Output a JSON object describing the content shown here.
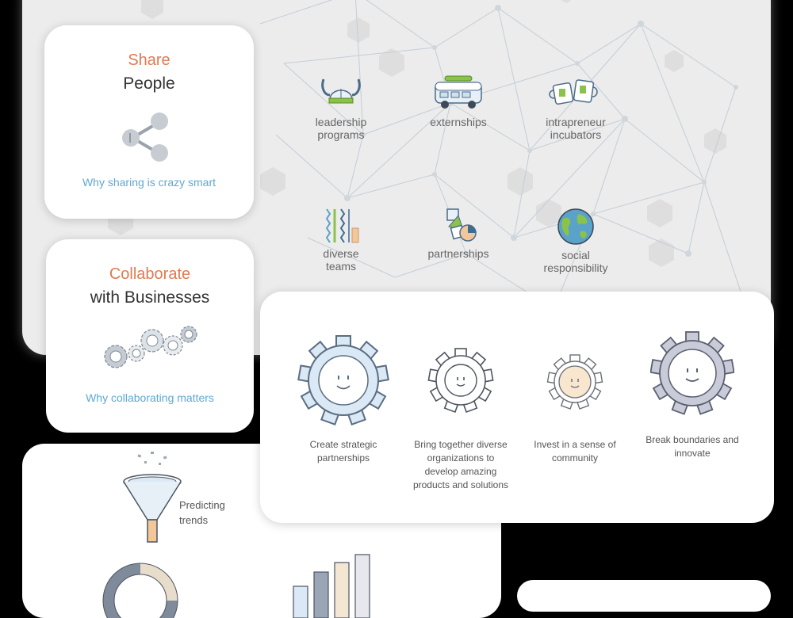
{
  "share": {
    "keyword": "Share",
    "subject": "People",
    "link": "Why sharing is crazy smart",
    "icon": "share-icon"
  },
  "collaborate": {
    "keyword": "Collaborate",
    "subject": "with Businesses",
    "link": "Why collaborating matters",
    "icon": "gears-icon"
  },
  "programs": [
    {
      "label1": "leadership",
      "label2": "programs",
      "icon": "viking-helmet-icon"
    },
    {
      "label1": "externships",
      "label2": "",
      "icon": "van-icon"
    },
    {
      "label1": "intrapreneur",
      "label2": "incubators",
      "icon": "mugs-icon"
    },
    {
      "label1": "diverse",
      "label2": "teams",
      "icon": "stripes-icon"
    },
    {
      "label1": "partnerships",
      "label2": "",
      "icon": "shapes-icon"
    },
    {
      "label1": "social",
      "label2": "responsibility",
      "icon": "globe-icon"
    }
  ],
  "gears": [
    {
      "line1": "Create strategic",
      "line2": "partnerships",
      "line3": "",
      "line4": "",
      "icon": "smiling-gear-icon",
      "fill": "#dbe8f5",
      "stroke": "#5a6e82"
    },
    {
      "line1": "Bring together diverse",
      "line2": "organizations to",
      "line3": "develop amazing",
      "line4": "products and solutions",
      "icon": "smiling-gear-icon",
      "fill": "#ffffff",
      "stroke": "#4d5560"
    },
    {
      "line1": "Invest in a sense of",
      "line2": "community",
      "line3": "",
      "line4": "",
      "icon": "smiling-gear-icon",
      "fill": "#f8e6cf",
      "stroke": "#6a6f78"
    },
    {
      "line1": "Break boundaries and",
      "line2": "innovate",
      "line3": "",
      "line4": "",
      "icon": "smiling-gear-icon",
      "fill": "#c9ccd8",
      "stroke": "#5a5f70"
    }
  ],
  "analytics": {
    "trend_label1": "Predicting",
    "trend_label2": "trends",
    "icons": [
      "funnel-icon",
      "donut-chart-icon",
      "bar-chart-icon"
    ]
  },
  "colors": {
    "accent": "#e07a52",
    "link": "#5fa8d3",
    "panel_bg": "#ececec",
    "card_bg": "#ffffff"
  }
}
